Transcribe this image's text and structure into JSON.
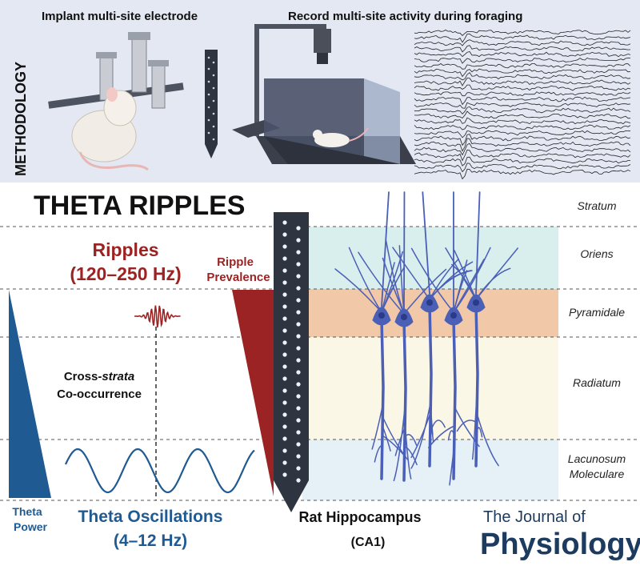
{
  "methodology": {
    "side_label": "METHODOLOGY",
    "step1": "Implant multi-site electrode",
    "step2": "Record multi-site activity during foraging"
  },
  "title": "THETA RIPPLES",
  "ripples": {
    "label": "Ripples",
    "band": "(120–250 Hz)"
  },
  "ripple_prevalence": {
    "line1": "Ripple",
    "line2": "Prevalence"
  },
  "cross_strata": {
    "line1_pre": "Cross-",
    "line1_em": "strata",
    "line2": "Co-occurrence"
  },
  "theta_power": {
    "line1": "Theta",
    "line2": "Power"
  },
  "theta_osc": {
    "label": "Theta Oscillations",
    "band": "(4–12 Hz)"
  },
  "hippocampus": {
    "line1": "Rat Hippocampus",
    "line2": "(CA1)"
  },
  "layers": [
    {
      "name": "Stratum"
    },
    {
      "name": "Oriens"
    },
    {
      "name": "Pyramidale"
    },
    {
      "name": "Radiatum"
    },
    {
      "name": "Lacunosum",
      "name2": "Moleculare"
    }
  ],
  "journal": {
    "line1": "The Journal of",
    "line2": "Physiology"
  },
  "colors": {
    "ripple_red": "#9b2323",
    "theta_blue": "#1f5a92",
    "neuron_blue": "#4a5fb5",
    "oriens_band": "#d9efee",
    "pyramidale_band": "#f1c8a8",
    "radiatum_band": "#fbf7e6",
    "lacunosum_band": "#e6f0f7",
    "probe_dark": "#2e3440"
  }
}
